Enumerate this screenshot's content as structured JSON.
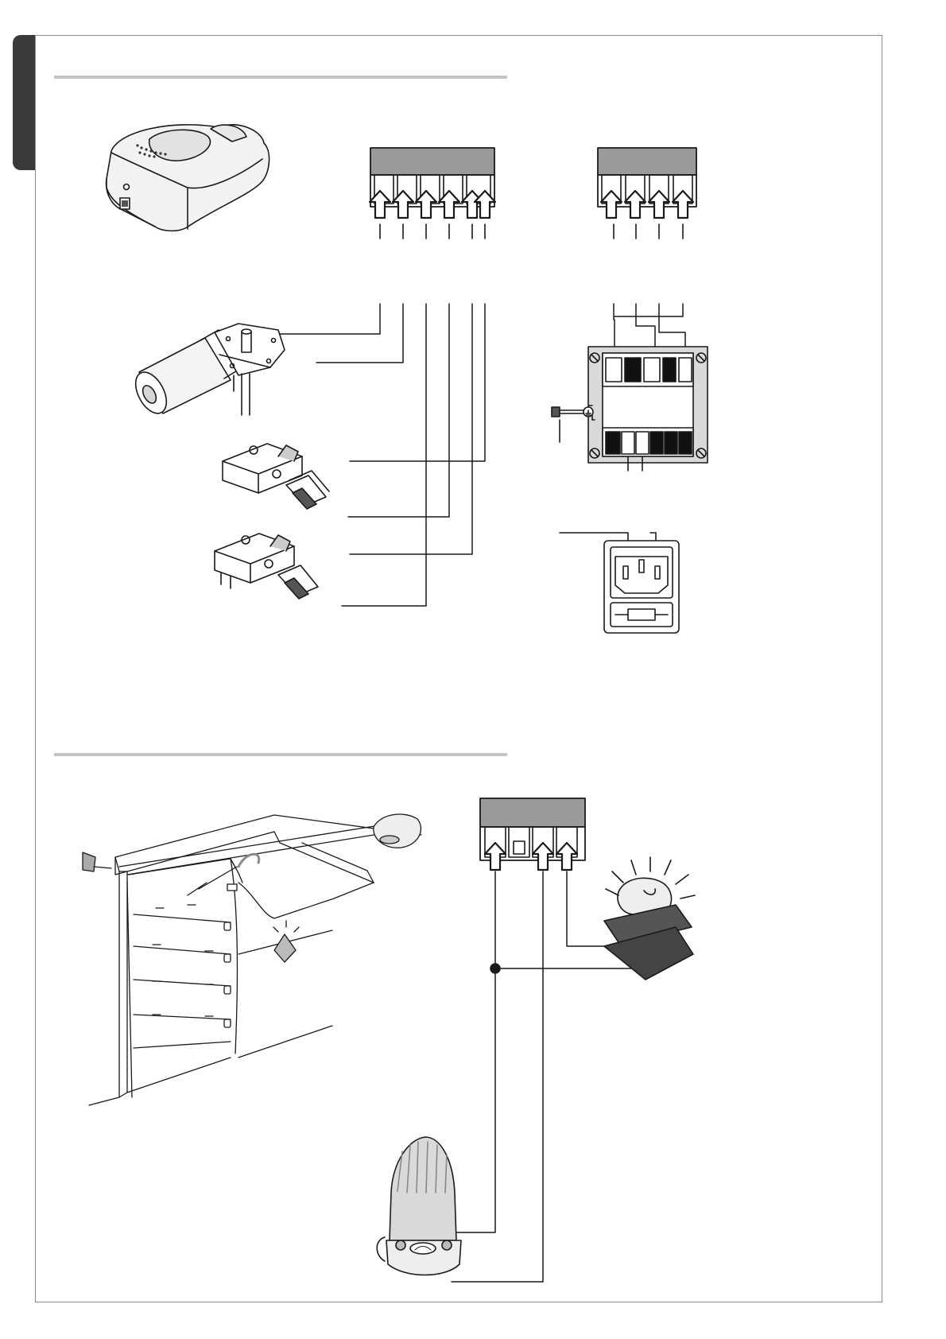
{
  "page": {
    "sections": [
      {
        "id": "wiring-control-unit"
      },
      {
        "id": "wiring-flashing-light"
      }
    ]
  },
  "colors": {
    "line": "#1a1a1a",
    "frame": "#8c8c8c",
    "rule": "#c4c4c4",
    "tab": "#3a3a3a",
    "panel_grey": "#9a9a9a",
    "panel_light": "#d9d9d9"
  },
  "components": {
    "control_unit": {
      "icon": "garage-opener-housing-icon"
    },
    "terminal_block_6": {
      "icon": "terminal-block-icon",
      "terminals": 6
    },
    "terminal_block_4": {
      "icon": "terminal-block-icon",
      "terminals": 4
    },
    "gearmotor": {
      "icon": "gearmotor-icon"
    },
    "limit_switches": {
      "icon": "microswitch-icon",
      "count": 2
    },
    "transformer": {
      "icon": "transformer-icon"
    },
    "power_socket": {
      "icon": "power-inlet-fuse-icon"
    },
    "garage_door": {
      "icon": "sectional-garage-door-icon"
    },
    "terminal_block_aux": {
      "icon": "terminal-block-icon",
      "terminals": 4
    },
    "courtesy_lamp": {
      "icon": "lamp-icon"
    },
    "flashing_light": {
      "icon": "flashing-light-icon"
    }
  }
}
